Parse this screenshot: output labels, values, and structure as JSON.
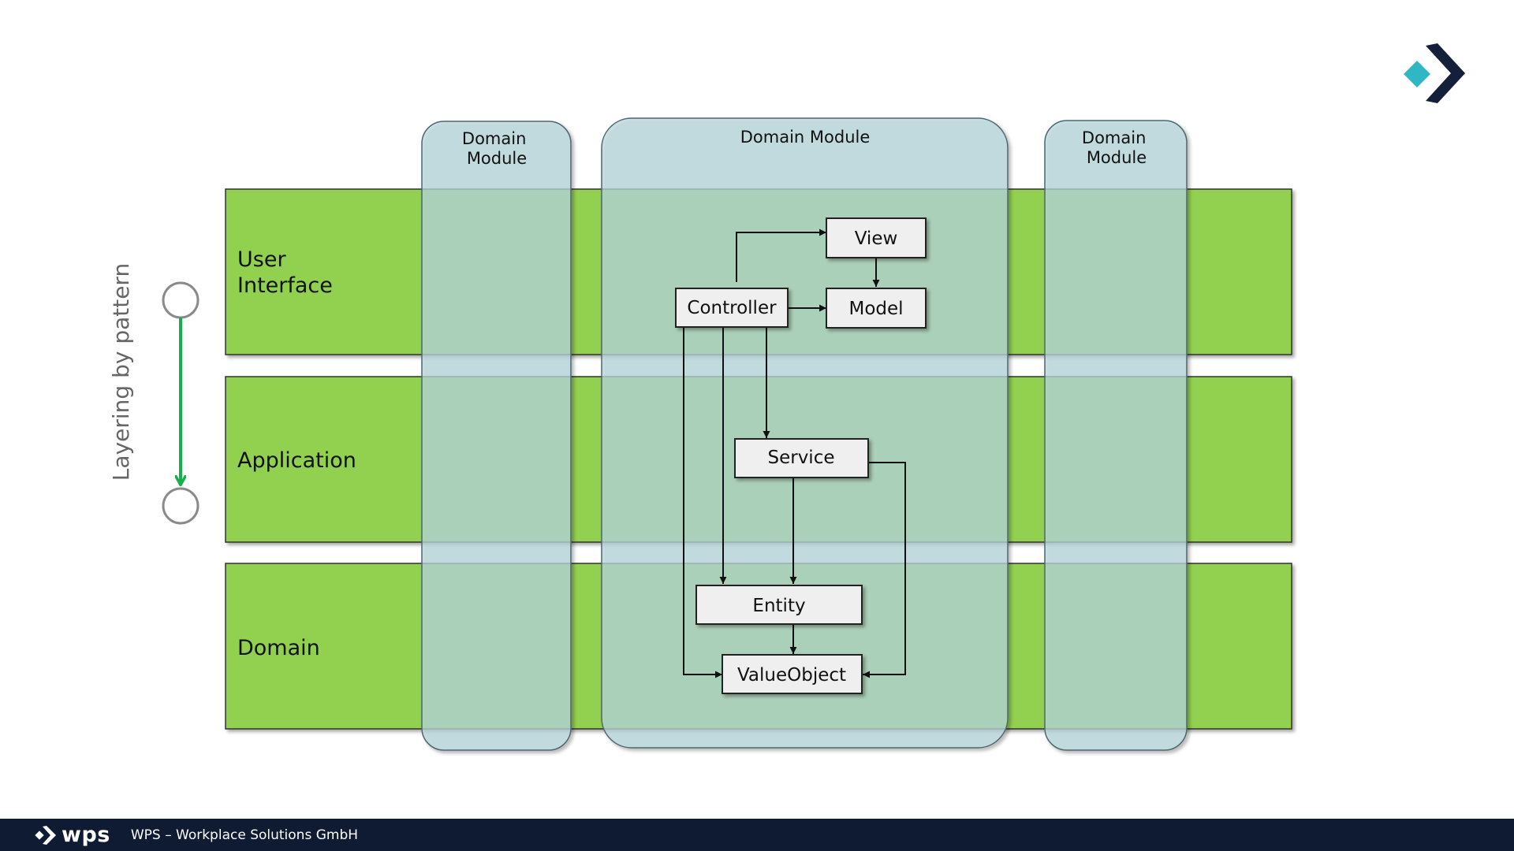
{
  "layers": [
    {
      "id": "ui",
      "lines": [
        "User",
        "Interface"
      ]
    },
    {
      "id": "app",
      "lines": [
        "Application"
      ]
    },
    {
      "id": "domain",
      "lines": [
        "Domain"
      ]
    }
  ],
  "modules": [
    {
      "id": "left",
      "lines": [
        "Domain",
        "Module"
      ]
    },
    {
      "id": "center",
      "lines": [
        "Domain Module"
      ]
    },
    {
      "id": "right",
      "lines": [
        "Domain",
        "Module"
      ]
    }
  ],
  "nodes": {
    "view": "View",
    "controller": "Controller",
    "model": "Model",
    "service": "Service",
    "entity": "Entity",
    "valueobject": "ValueObject"
  },
  "axis": {
    "label": "Layering by pattern"
  },
  "footer": {
    "brand": "wps",
    "company": "WPS – Workplace Solutions GmbH"
  },
  "colors": {
    "layer_green": "#92d050",
    "module_fill": "#b8d8de",
    "arrow_green": "#16b04a",
    "footer_bg": "#0f1a33",
    "logo_teal": "#2fb8c4",
    "logo_navy": "#14203a"
  }
}
